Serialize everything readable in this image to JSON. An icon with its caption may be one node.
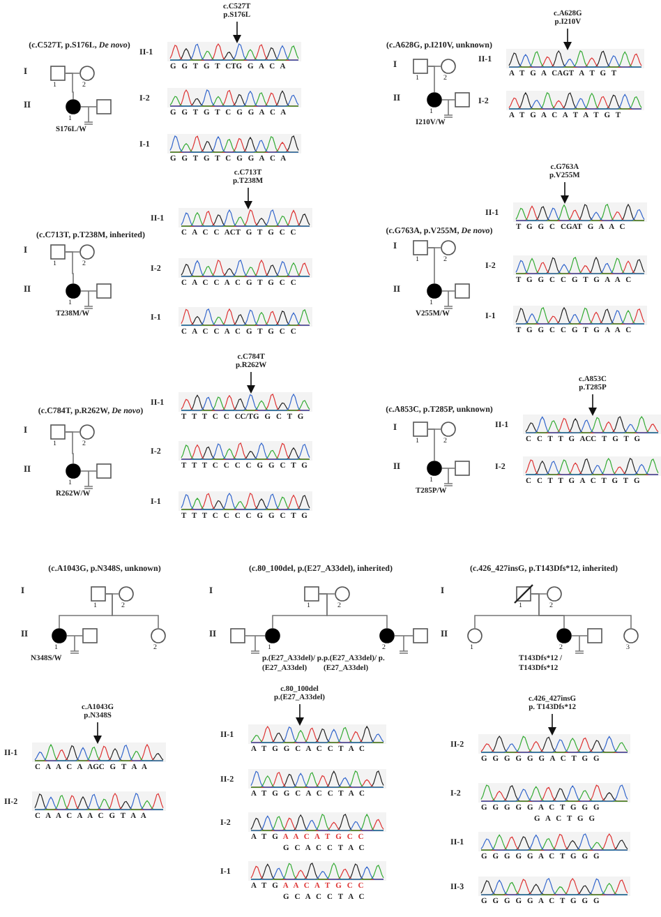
{
  "diagram": {
    "nodes": [
      {
        "text": [
          "1"
        ]
      },
      {
        "text": [
          "2"
        ]
      },
      {
        "text": [
          "1"
        ],
        "beside": [
          "S176L/W"
        ]
      },
      {
        "text": [],
        "shape": "box"
      },
      {
        "text": [
          "c.C527T p.S176L"
        ]
      },
      {
        "text": [
          "1"
        ]
      },
      {
        "text": [
          "2"
        ]
      },
      {
        "text": [
          "1"
        ],
        "beside": [
          "I210V/W"
        ]
      },
      {
        "text": [],
        "shape": "box"
      },
      {
        "text": [
          "c.A628G p.I210V"
        ]
      },
      {
        "text": [
          "1"
        ]
      },
      {
        "text": [
          "2"
        ]
      },
      {
        "text": [
          "1"
        ],
        "beside": [
          "T238M/W"
        ]
      },
      {
        "text": [],
        "shape": "box"
      },
      {
        "text": [
          "c.C713T p.T238M"
        ]
      },
      {
        "text": [
          "1"
        ]
      },
      {
        "text": [
          "2"
        ]
      },
      {
        "text": [
          "1"
        ],
        "beside": [
          "V255M/W"
        ]
      },
      {
        "text": [],
        "shape": "box"
      },
      {
        "text": [
          "c.G763A p.V255M"
        ]
      },
      {
        "text": [
          "1"
        ]
      },
      {
        "text": [
          "2"
        ]
      },
      {
        "text": [
          "1"
        ],
        "beside": [
          "R262W/W"
        ]
      },
      {
        "text": [],
        "shape": "box"
      },
      {
        "text": [
          "c.C784T p.R262W"
        ]
      },
      {
        "text": [
          "1"
        ]
      },
      {
        "text": [
          "2"
        ]
      },
      {
        "text": [
          "1"
        ],
        "beside": [
          "T285P/W"
        ]
      },
      {
        "text": [],
        "shape": "box"
      },
      {
        "text": [
          "c.A853C p.T285P"
        ]
      },
      {
        "text": [
          "1"
        ]
      },
      {
        "text": [
          "2"
        ]
      },
      {
        "text": [
          "1"
        ],
        "beside": [
          "N348S/W"
        ]
      },
      {
        "text": [],
        "shape": "box"
      },
      {
        "text": [
          "2"
        ]
      },
      {
        "text": [
          "c.A1043G p.N348S"
        ]
      },
      {
        "text": [
          "1"
        ]
      },
      {
        "text": [
          "2"
        ]
      },
      {
        "text": [],
        "shape": "box"
      },
      {
        "text": [
          "1"
        ],
        "beside": [
          "p.(E27_A33del)/ p.(E27_A33del)"
        ]
      },
      {
        "text": [
          "2"
        ],
        "beside": [
          "p.(E27_A33del)/ p.(E27_A33del)"
        ]
      },
      {
        "text": [],
        "shape": "box"
      },
      {
        "text": [
          "c.80_100del p.(E27_A33del)"
        ]
      },
      {
        "text": [
          "1"
        ]
      },
      {
        "text": [
          "2"
        ]
      },
      {
        "text": [
          "1"
        ]
      },
      {
        "text": [
          "2"
        ],
        "beside": [
          "T143Dfs*12 / T143Dfs*12"
        ]
      },
      {
        "text": [],
        "shape": "box"
      },
      {
        "text": [
          "3"
        ]
      },
      {
        "text": [
          "c.426_427insG p. T143Dfs*12"
        ]
      },
      {
        "text": [],
        "shape": "chromatogram"
      },
      {
        "text": [],
        "shape": "chromatogram"
      },
      {
        "text": [],
        "shape": "chromatogram"
      },
      {
        "text": [],
        "shape": "chromatogram"
      },
      {
        "text": [],
        "shape": "chromatogram"
      },
      {
        "text": [],
        "shape": "chromatogram"
      },
      {
        "text": [],
        "shape": "chromatogram"
      },
      {
        "text": [],
        "shape": "chromatogram"
      },
      {
        "text": [],
        "shape": "chromatogram"
      },
      {
        "text": [],
        "shape": "chromatogram"
      },
      {
        "text": [],
        "shape": "chromatogram"
      },
      {
        "text": [],
        "shape": "chromatogram"
      },
      {
        "text": [],
        "shape": "chromatogram"
      },
      {
        "text": [],
        "shape": "chromatogram"
      },
      {
        "text": [],
        "shape": "chromatogram"
      },
      {
        "text": [],
        "shape": "chromatogram"
      },
      {
        "text": [],
        "shape": "chromatogram"
      },
      {
        "text": [],
        "shape": "chromatogram"
      },
      {
        "text": [],
        "shape": "chromatogram"
      },
      {
        "text": [],
        "shape": "chromatogram"
      },
      {
        "text": [],
        "shape": "chromatogram"
      },
      {
        "text": [],
        "shape": "chromatogram"
      },
      {
        "text": [],
        "shape": "chromatogram"
      },
      {
        "text": [],
        "shape": "chromatogram"
      },
      {
        "text": [],
        "shape": "chromatogram"
      },
      {
        "text": [],
        "shape": "chromatogram"
      }
    ],
    "edges": [
      {
        "from": 0,
        "to": 1,
        "arrow": "none"
      },
      {
        "from": 0,
        "to": 2,
        "arrow": "none"
      },
      {
        "from": 2,
        "to": 3,
        "arrow": "none"
      },
      {
        "from": 4,
        "to": 50,
        "arrow": "to",
        "color": "#111111"
      },
      {
        "from": 5,
        "to": 6,
        "arrow": "none"
      },
      {
        "from": 5,
        "to": 7,
        "arrow": "none"
      },
      {
        "from": 7,
        "to": 8,
        "arrow": "none"
      },
      {
        "from": 9,
        "to": 53,
        "arrow": "to",
        "color": "#111111"
      },
      {
        "from": 10,
        "to": 11,
        "arrow": "none"
      },
      {
        "from": 10,
        "to": 12,
        "arrow": "none"
      },
      {
        "from": 12,
        "to": 13,
        "arrow": "none"
      },
      {
        "from": 14,
        "to": 55,
        "arrow": "to",
        "color": "#111111"
      },
      {
        "from": 15,
        "to": 16,
        "arrow": "none"
      },
      {
        "from": 15,
        "to": 17,
        "arrow": "none"
      },
      {
        "from": 17,
        "to": 18,
        "arrow": "none"
      },
      {
        "from": 19,
        "to": 58,
        "arrow": "to",
        "color": "#111111"
      },
      {
        "from": 20,
        "to": 21,
        "arrow": "none"
      },
      {
        "from": 20,
        "to": 22,
        "arrow": "none"
      },
      {
        "from": 22,
        "to": 23,
        "arrow": "none"
      },
      {
        "from": 24,
        "to": 61,
        "arrow": "to",
        "color": "#111111"
      },
      {
        "from": 25,
        "to": 26,
        "arrow": "none"
      },
      {
        "from": 25,
        "to": 27,
        "arrow": "none"
      },
      {
        "from": 27,
        "to": 28,
        "arrow": "none"
      },
      {
        "from": 29,
        "to": 64,
        "arrow": "to",
        "color": "#111111"
      },
      {
        "from": 30,
        "to": 31,
        "arrow": "none"
      },
      {
        "from": 30,
        "to": 32,
        "arrow": "none"
      },
      {
        "from": 30,
        "to": 34,
        "arrow": "none"
      },
      {
        "from": 32,
        "to": 33,
        "arrow": "none"
      },
      {
        "from": 35,
        "to": 66,
        "arrow": "to",
        "color": "#111111"
      },
      {
        "from": 36,
        "to": 37,
        "arrow": "none"
      },
      {
        "from": 36,
        "to": 39,
        "arrow": "none"
      },
      {
        "from": 36,
        "to": 40,
        "arrow": "none"
      },
      {
        "from": 38,
        "to": 39,
        "arrow": "none"
      },
      {
        "from": 40,
        "to": 41,
        "arrow": "none"
      },
      {
        "from": 42,
        "to": 68,
        "arrow": "to",
        "color": "#111111"
      },
      {
        "from": 43,
        "to": 44,
        "arrow": "none"
      },
      {
        "from": 43,
        "to": 45,
        "arrow": "none"
      },
      {
        "from": 43,
        "to": 46,
        "arrow": "none"
      },
      {
        "from": 43,
        "to": 48,
        "arrow": "none"
      },
      {
        "from": 46,
        "to": 47,
        "arrow": "none"
      },
      {
        "from": 49,
        "to": 72,
        "arrow": "to",
        "color": "#111111"
      }
    ],
    "labels": [
      "(c.C527T, p.S176L, *De novo*)",
      "I",
      "II",
      "II-1",
      "G G T G T CTG G A C A",
      "I-2",
      "G G T G T C G G A C A",
      "I-1",
      "G G T G T C G G A C A",
      "(c.A628G, p.I210V, unknown)",
      "I",
      "II",
      "II-1",
      "A T G A CAGT A T G T",
      "I-2",
      "A T G A C A T A T G T",
      "(c.C713T, p.T238M, inherited)",
      "I",
      "II",
      "II-1",
      "C A C C ACT G T G C C",
      "I-2",
      "C A C C A C G T G C C",
      "I-1",
      "C A C C A C G T G C C",
      "(c.G763A, p.V255M, *De novo*)",
      "I",
      "II",
      "II-1",
      "T G G C CGAT G A A C",
      "I-2",
      "T G G C C G T G A A C",
      "I-1",
      "T G G C C G T G A A C",
      "(c.C784T, p.R262W, *De novo*)",
      "I",
      "II",
      "II-1",
      "T T T C C CC/TG G C T G",
      "I-2",
      "T T T C C C C G G C T G",
      "I-1",
      "T T T C C C C G G C T G",
      "(c.A853C, p.T285P, unknown)",
      "I",
      "II",
      "II-1",
      "C C T T G ACC T G T G",
      "I-2",
      "C C T T G A C T G T G",
      "(c.A1043G, p.N348S, unknown)",
      "I",
      "II",
      "II-1",
      "C A A C A AGC G T A A",
      "II-2",
      "C A A C A A C G T A A",
      "(c.80_100del, p.(E27_A33del), inherited)",
      "I",
      "II",
      "II-1",
      "A T G G C A C C T A C",
      "II-2",
      "A T G G C A C C T A C",
      "I-2",
      "A T G",
      "A A C A T G C C",
      "G C A C C T A C",
      "I-1",
      "A T G",
      "A A C A T G C C",
      "G C A C C T A C",
      "(c.426_427insG, p.T143Dfs*12, inherited)",
      "I",
      "II",
      "II-2",
      "G G G G G G A C T G G",
      "I-2",
      "G G G G G A C T G G G",
      "G A C T G G",
      "II-1",
      "G G G G G A C T G G G",
      "II-3",
      "G G G G G A C T G G G"
    ]
  }
}
